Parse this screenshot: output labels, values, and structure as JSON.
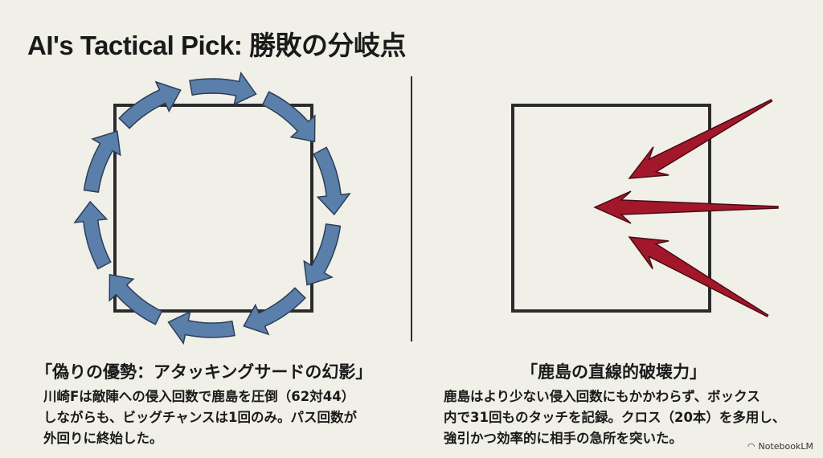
{
  "title": "AI's Tactical Pick: 勝敗の分岐点",
  "left": {
    "heading": "「偽りの優勢：アタッキングサードの幻影」",
    "body": [
      "川崎Fは敵陣への侵入回数で鹿島を圧倒（62対44）",
      "しながらも、ビッグチャンスは1回のみ。パス回数が",
      "外回りに終始した。"
    ]
  },
  "right": {
    "heading": "「鹿島の直線的破壊力」",
    "body": [
      "鹿島はより少ない侵入回数にもかかわらず、ボックス",
      "内で31回ものタッチを記録。クロス（20本）を多用し、",
      "強引かつ効率的に相手の急所を突いた。"
    ]
  },
  "brand": "NotebookLM",
  "colors": {
    "blue_arrow": "#5b7fab",
    "red_arrow": "#a3172b",
    "background": "#f0efe8"
  }
}
